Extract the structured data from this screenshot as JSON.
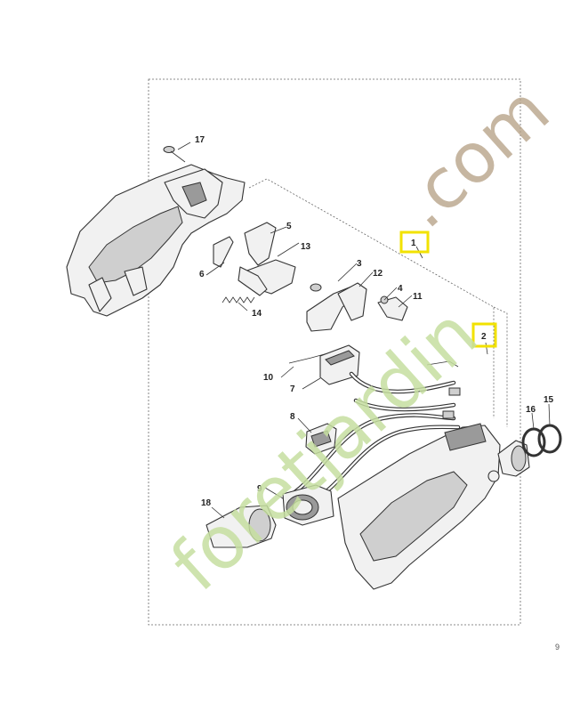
{
  "callouts": {
    "c1": "1",
    "c2": "2",
    "c3": "3",
    "c4": "4",
    "c5": "5",
    "c6": "6",
    "c7": "7",
    "c8": "8",
    "c9": "9",
    "c10": "10",
    "c11": "11",
    "c12": "12",
    "c13": "13",
    "c14": "14",
    "c15": "15",
    "c16": "16",
    "c17": "17",
    "c18": "18"
  },
  "watermark": {
    "left": "foretjardin",
    "right": ".com"
  },
  "page_number": "9",
  "highlight_color": "#f2e200"
}
